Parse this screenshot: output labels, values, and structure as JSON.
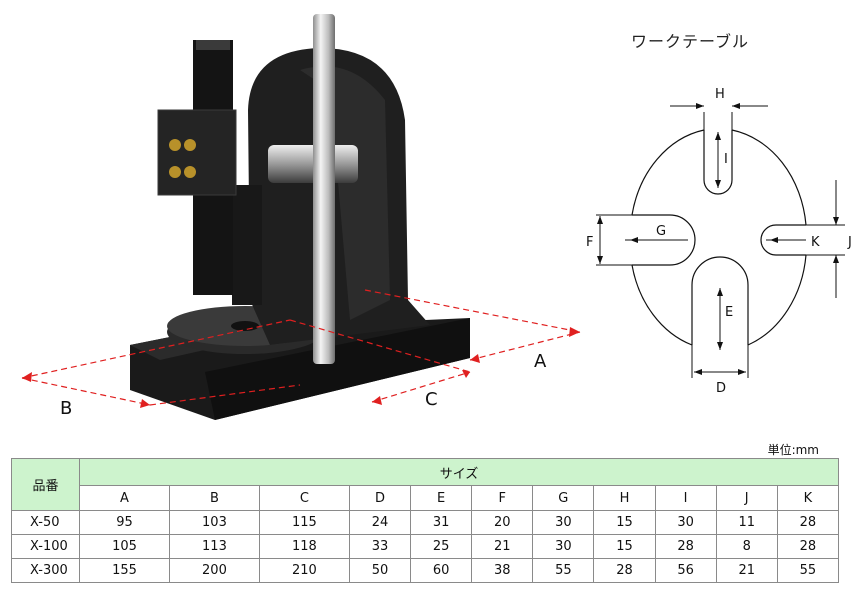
{
  "worktable_title": "ワークテーブル",
  "unit_label": "単位:mm",
  "press_dims": [
    "A",
    "B",
    "C"
  ],
  "worktable_dims": [
    "H",
    "I",
    "G",
    "F",
    "K",
    "J",
    "E",
    "D"
  ],
  "table": {
    "model_header": "品番",
    "size_header": "サイズ",
    "columns": [
      "A",
      "B",
      "C",
      "D",
      "E",
      "F",
      "G",
      "H",
      "I",
      "J",
      "K"
    ],
    "rows": [
      {
        "name": "X-50",
        "values": [
          "95",
          "103",
          "115",
          "24",
          "31",
          "20",
          "30",
          "15",
          "30",
          "11",
          "28"
        ]
      },
      {
        "name": "X-100",
        "values": [
          "105",
          "113",
          "118",
          "33",
          "25",
          "21",
          "30",
          "15",
          "28",
          "8",
          "28"
        ]
      },
      {
        "name": "X-300",
        "values": [
          "155",
          "200",
          "210",
          "50",
          "60",
          "38",
          "55",
          "28",
          "56",
          "21",
          "55"
        ]
      }
    ]
  },
  "colors": {
    "dimension_line": "#e02020",
    "header_bg": "#cdf3cd",
    "press_body": "#1e1e1e",
    "ram_pillar": "#d8d8d8"
  }
}
